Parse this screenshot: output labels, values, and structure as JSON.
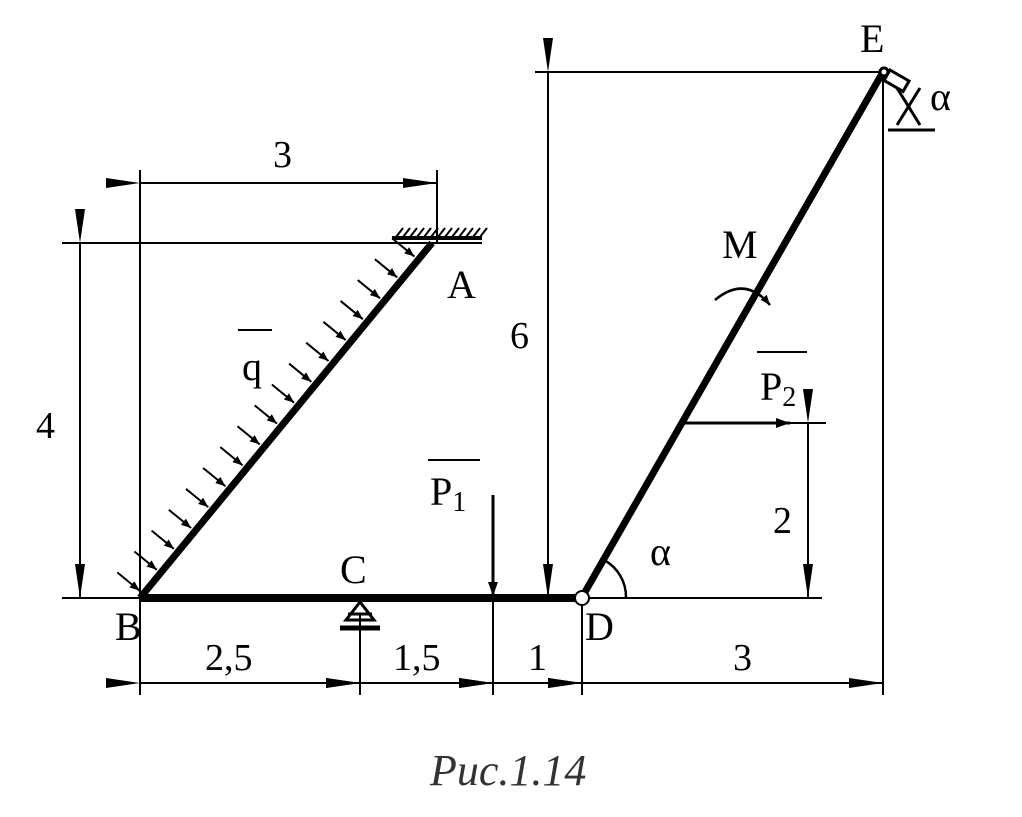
{
  "points": {
    "A": "A",
    "B": "B",
    "C": "C",
    "D": "D",
    "E": "E",
    "M": "M"
  },
  "loads": {
    "q": "q",
    "P1": "P",
    "P1_sub": "1",
    "P2": "P",
    "P2_sub": "2"
  },
  "angles": {
    "alpha_D": "α",
    "alpha_E": "α"
  },
  "dimensions": {
    "top_width": "3",
    "left_height": "4",
    "height_E": "6",
    "height_P2": "2",
    "BC": "2,5",
    "C_P1": "1,5",
    "P1_D": "1",
    "D_E": "3"
  },
  "caption": "Рис.1.14"
}
